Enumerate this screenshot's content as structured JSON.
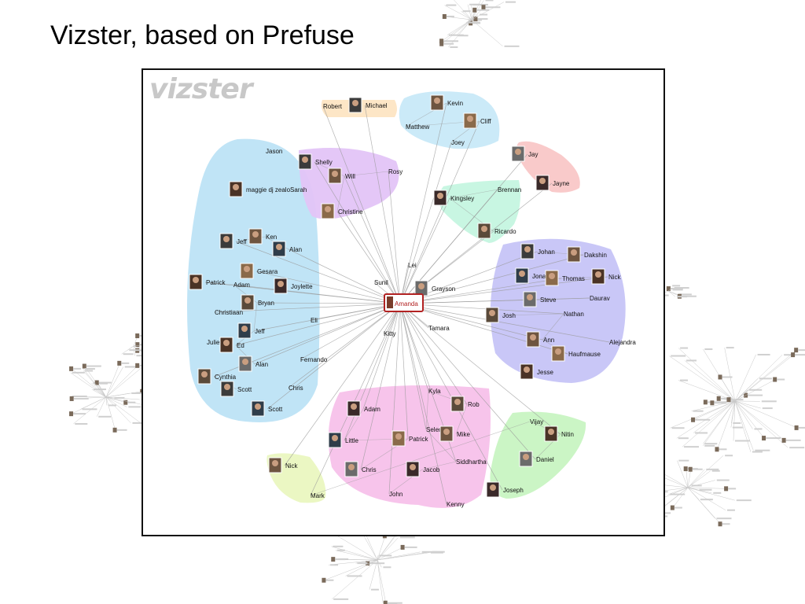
{
  "slide": {
    "title": "Vizster, based on Prefuse"
  },
  "app": {
    "logo_text": "vizster"
  },
  "graph": {
    "center": "Amanda",
    "colors": {
      "blue": "#bde3f5",
      "purple": "#e3c4f7",
      "peach": "#fde5c3",
      "lightblue": "#c8e9f8",
      "red": "#f9c7c7",
      "mint": "#c5f5e0",
      "lavender": "#c6c4f7",
      "pink": "#f7c1ea",
      "yellowgreen": "#eaf7c0",
      "green": "#c8f4c2",
      "center_border": "#b22222",
      "edge": "#9a9a9a"
    },
    "nodes": [
      {
        "label": "Robert",
        "photo": false
      },
      {
        "label": "Michael",
        "photo": true
      },
      {
        "label": "Kevin",
        "photo": true
      },
      {
        "label": "Matthew",
        "photo": false
      },
      {
        "label": "Cliff",
        "photo": true
      },
      {
        "label": "Joey",
        "photo": false
      },
      {
        "label": "Jay",
        "photo": true
      },
      {
        "label": "Jayne",
        "photo": true
      },
      {
        "label": "Jason",
        "photo": false
      },
      {
        "label": "Shelly",
        "photo": true
      },
      {
        "label": "Will",
        "photo": true
      },
      {
        "label": "Rosy",
        "photo": false
      },
      {
        "label": "Christine",
        "photo": true
      },
      {
        "label": "maggie dj zealoSarah",
        "photo": true
      },
      {
        "label": "Brennan",
        "photo": false
      },
      {
        "label": "Kingsley",
        "photo": true
      },
      {
        "label": "Ricardo",
        "photo": true
      },
      {
        "label": "Jeff",
        "photo": true
      },
      {
        "label": "Ken",
        "photo": true
      },
      {
        "label": "Alan",
        "photo": true
      },
      {
        "label": "Gesara",
        "photo": true
      },
      {
        "label": "Patrick",
        "photo": true
      },
      {
        "label": "Adam",
        "photo": false
      },
      {
        "label": "Joylette",
        "photo": true
      },
      {
        "label": "Bryan",
        "photo": true
      },
      {
        "label": "Christiaan",
        "photo": false
      },
      {
        "label": "Eli",
        "photo": false
      },
      {
        "label": "Jeff",
        "photo": true
      },
      {
        "label": "Julie",
        "photo": false
      },
      {
        "label": "Ed",
        "photo": true
      },
      {
        "label": "Alan",
        "photo": true
      },
      {
        "label": "Fernando",
        "photo": false
      },
      {
        "label": "Cynthia",
        "photo": true
      },
      {
        "label": "Scott",
        "photo": true
      },
      {
        "label": "Chris",
        "photo": false
      },
      {
        "label": "Scott",
        "photo": true
      },
      {
        "label": "Lei",
        "photo": false
      },
      {
        "label": "Sunil",
        "photo": false
      },
      {
        "label": "Grayson",
        "photo": true
      },
      {
        "label": "Kitty",
        "photo": false
      },
      {
        "label": "Tamara",
        "photo": false
      },
      {
        "label": "Johan",
        "photo": true
      },
      {
        "label": "Dakshin",
        "photo": true
      },
      {
        "label": "Jonathan",
        "photo": true
      },
      {
        "label": "Thomas",
        "photo": true
      },
      {
        "label": "Nick",
        "photo": true
      },
      {
        "label": "Steve",
        "photo": true
      },
      {
        "label": "Daurav",
        "photo": false
      },
      {
        "label": "Josh",
        "photo": true
      },
      {
        "label": "Nathan",
        "photo": false
      },
      {
        "label": "Ann",
        "photo": true
      },
      {
        "label": "Alejandra",
        "photo": false
      },
      {
        "label": "Haufmause",
        "photo": true
      },
      {
        "label": "Jesse",
        "photo": true
      },
      {
        "label": "Kyla",
        "photo": false
      },
      {
        "label": "Adam",
        "photo": true
      },
      {
        "label": "Rob",
        "photo": true
      },
      {
        "label": "Selena",
        "photo": false
      },
      {
        "label": "Mike",
        "photo": true
      },
      {
        "label": "Little",
        "photo": true
      },
      {
        "label": "Patrick",
        "photo": true
      },
      {
        "label": "Siddhartha",
        "photo": false
      },
      {
        "label": "Chris",
        "photo": true
      },
      {
        "label": "Jacob",
        "photo": true
      },
      {
        "label": "John",
        "photo": false
      },
      {
        "label": "Kenny",
        "photo": false
      },
      {
        "label": "Nick",
        "photo": true
      },
      {
        "label": "Mark",
        "photo": false
      },
      {
        "label": "Vijay",
        "photo": false
      },
      {
        "label": "Nitin",
        "photo": true
      },
      {
        "label": "Daniel",
        "photo": true
      },
      {
        "label": "Joseph",
        "photo": true
      }
    ]
  }
}
